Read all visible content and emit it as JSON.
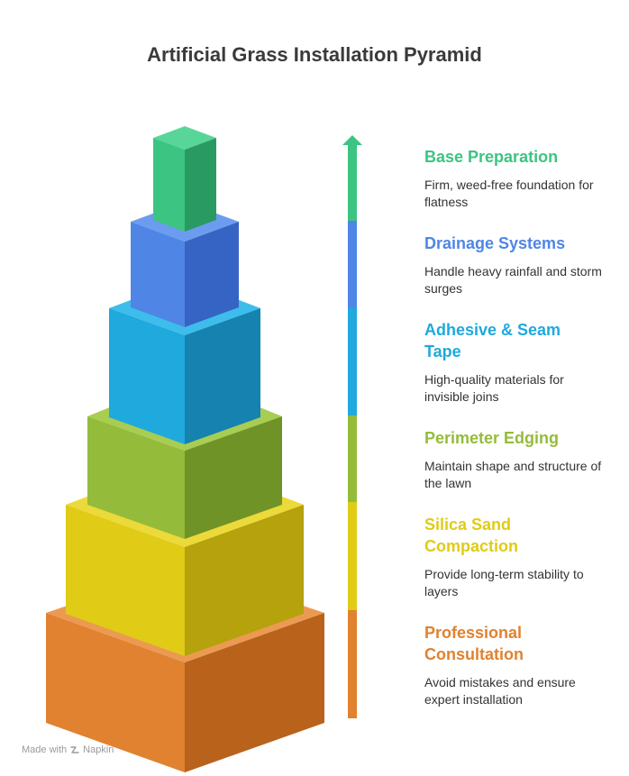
{
  "title": "Artificial Grass Installation Pyramid",
  "levels": [
    {
      "title": "Base Preparation",
      "description": "Firm, weed-free foundation for flatness",
      "color": "#3cc482",
      "dark": "#2a9a63",
      "top": "#58d69a"
    },
    {
      "title": "Drainage Systems",
      "description": "Handle heavy rainfall and storm surges",
      "color": "#4f86e6",
      "dark": "#3564c4",
      "top": "#6c9cf0"
    },
    {
      "title": "Adhesive & Seam Tape",
      "description": "High-quality materials for invisible joins",
      "color": "#1fa9dc",
      "dark": "#1582b0",
      "top": "#3dbdeb"
    },
    {
      "title": "Perimeter Edging",
      "description": "Maintain shape and structure of the lawn",
      "color": "#94bc3a",
      "dark": "#6f9326",
      "top": "#a8cd52"
    },
    {
      "title": "Silica Sand Compaction",
      "description": "Provide long-term stability to layers",
      "color": "#e0cb16",
      "dark": "#b5a20c",
      "top": "#ecd93a"
    },
    {
      "title": "Professional Consultation",
      "description": "Avoid mistakes and ensure expert installation",
      "color": "#e08230",
      "dark": "#b8621c",
      "top": "#ec9a52"
    }
  ],
  "footer": {
    "made_with": "Made with",
    "brand": "Napkin"
  }
}
